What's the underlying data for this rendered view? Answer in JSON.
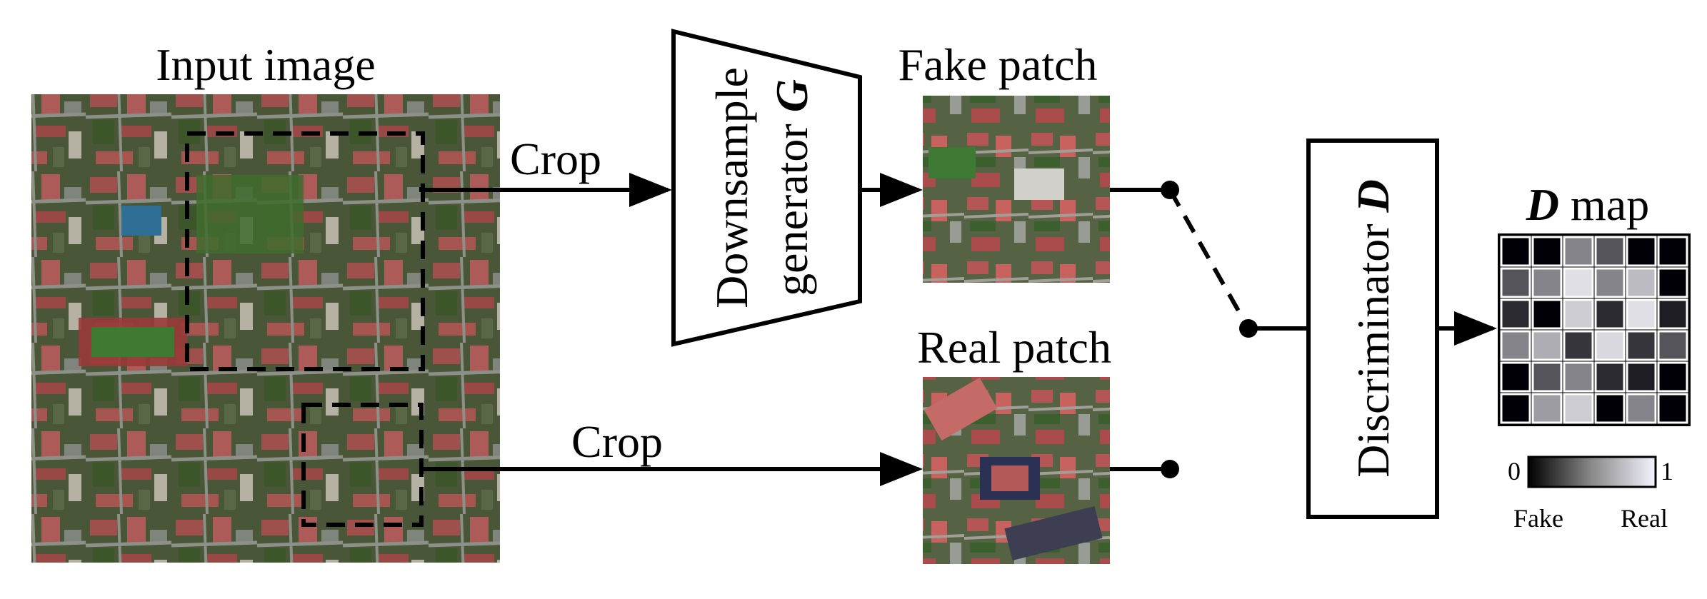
{
  "input_image": {
    "title": "Input image"
  },
  "crop_top": {
    "label": "Crop"
  },
  "crop_bottom": {
    "label": "Crop"
  },
  "generator": {
    "line1": "Downsample",
    "line2_prefix": "generator ",
    "line2_symbol": "G"
  },
  "fake_patch": {
    "title": "Fake patch"
  },
  "real_patch": {
    "title": "Real patch"
  },
  "discriminator": {
    "prefix": "Discriminator ",
    "symbol": "D"
  },
  "d_map": {
    "title_symbol": "D",
    "title_suffix": " map",
    "grid": [
      [
        0.0,
        0.0,
        0.55,
        0.35,
        0.0,
        0.0
      ],
      [
        0.35,
        0.55,
        0.93,
        0.55,
        0.78,
        0.0
      ],
      [
        0.18,
        0.0,
        0.85,
        0.18,
        0.93,
        0.12
      ],
      [
        0.55,
        0.72,
        0.22,
        0.9,
        0.22,
        0.35
      ],
      [
        0.0,
        0.35,
        0.55,
        0.18,
        0.12,
        0.0
      ],
      [
        0.0,
        0.65,
        0.85,
        0.0,
        0.55,
        0.0
      ]
    ],
    "colorbar": {
      "min_label": "0",
      "max_label": "1",
      "low_label": "Fake",
      "high_label": "Real"
    }
  },
  "colors": {
    "line": "#000000",
    "box_fill": "#ffffff"
  }
}
